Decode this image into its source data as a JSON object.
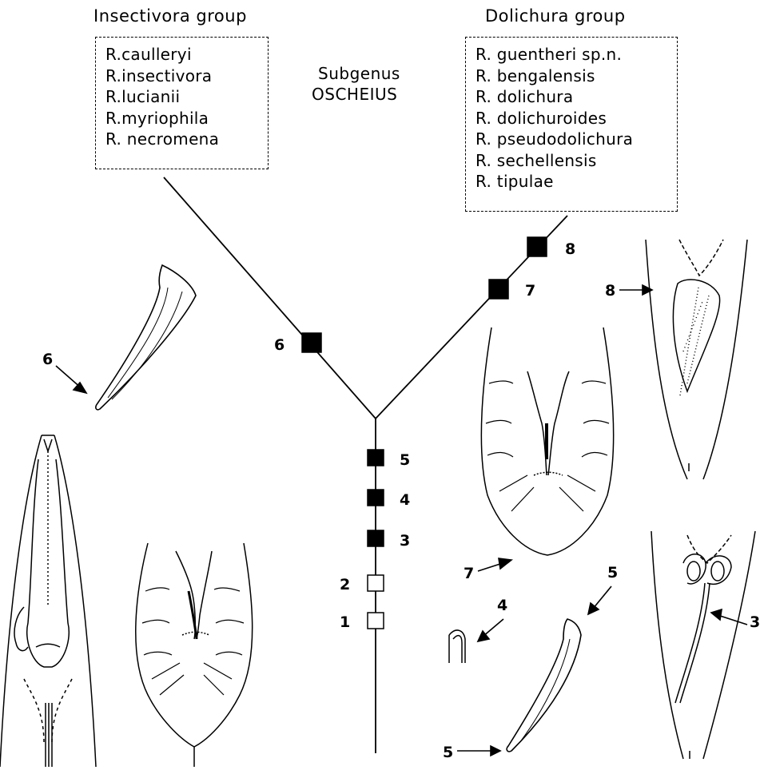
{
  "groups": {
    "insectivora": {
      "title": "Insectivora group",
      "species": [
        "R.caulleryi",
        "R.insectivora",
        "R.lucianii",
        "R.myriophila",
        "R. necromena"
      ]
    },
    "dolichura": {
      "title": "Dolichura group",
      "species": [
        "R. guentheri sp.n.",
        "R. bengalensis",
        "R. dolichura",
        "R. dolichuroides",
        "R. pseudodolichura",
        "R. sechellensis",
        "R. tipulae"
      ]
    }
  },
  "subgenus": {
    "line1": "Subgenus",
    "line2": "OSCHEIUS"
  },
  "characters": {
    "1": "1",
    "2": "2",
    "3": "3",
    "4": "4",
    "5": "5",
    "6": "6",
    "7": "7",
    "8": "8"
  },
  "figure_labels": {
    "fig6": "6",
    "fig7": "7",
    "fig8": "8",
    "fig3": "3",
    "fig4": "4",
    "fig5_top": "5",
    "fig5_bottom": "5"
  },
  "colors": {
    "ink": "#000000",
    "open_marker": "#ffffff",
    "filled_marker": "#000000"
  }
}
